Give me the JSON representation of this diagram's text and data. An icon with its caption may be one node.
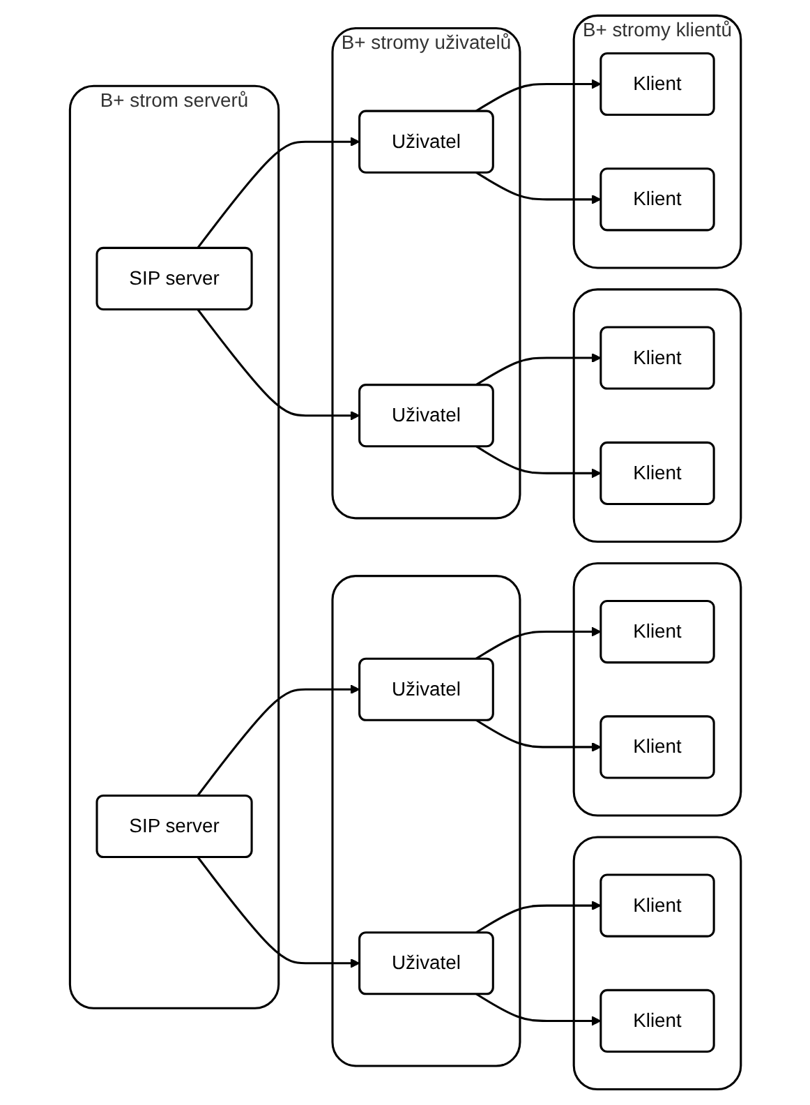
{
  "diagram": {
    "nodes": [
      {
        "text": [
          "B+ strom serverů"
        ]
      },
      {
        "text": [
          "SIP server"
        ],
        "in": 0
      },
      {
        "text": [
          "SIP server"
        ],
        "in": 0
      },
      {
        "text": [
          "B+ stromy uživatelů"
        ]
      },
      {
        "text": [
          "Uživatel"
        ],
        "in": 3
      },
      {
        "text": [
          "Uživatel"
        ],
        "in": 3
      },
      {
        "text": [],
        "shape": "box"
      },
      {
        "text": [
          "Uživatel"
        ],
        "in": 6
      },
      {
        "text": [
          "Uživatel"
        ],
        "in": 6
      },
      {
        "text": [
          "B+ stromy klientů"
        ]
      },
      {
        "text": [
          "Klient"
        ],
        "in": 9
      },
      {
        "text": [
          "Klient"
        ],
        "in": 9
      },
      {
        "text": [],
        "shape": "box"
      },
      {
        "text": [
          "Klient"
        ],
        "in": 12
      },
      {
        "text": [
          "Klient"
        ],
        "in": 12
      },
      {
        "text": [],
        "shape": "box"
      },
      {
        "text": [
          "Klient"
        ],
        "in": 15
      },
      {
        "text": [
          "Klient"
        ],
        "in": 15
      },
      {
        "text": [],
        "shape": "box"
      },
      {
        "text": [
          "Klient"
        ],
        "in": 18
      },
      {
        "text": [
          "Klient"
        ],
        "in": 18
      }
    ],
    "edges": [
      {
        "from": 1,
        "to": 4,
        "arrow": "to"
      },
      {
        "from": 1,
        "to": 5,
        "arrow": "to"
      },
      {
        "from": 2,
        "to": 7,
        "arrow": "to"
      },
      {
        "from": 2,
        "to": 8,
        "arrow": "to"
      },
      {
        "from": 4,
        "to": 10,
        "arrow": "to"
      },
      {
        "from": 4,
        "to": 11,
        "arrow": "to"
      },
      {
        "from": 5,
        "to": 13,
        "arrow": "to"
      },
      {
        "from": 5,
        "to": 14,
        "arrow": "to"
      },
      {
        "from": 7,
        "to": 16,
        "arrow": "to"
      },
      {
        "from": 7,
        "to": 17,
        "arrow": "to"
      },
      {
        "from": 8,
        "to": 19,
        "arrow": "to"
      },
      {
        "from": 8,
        "to": 20,
        "arrow": "to"
      }
    ]
  }
}
